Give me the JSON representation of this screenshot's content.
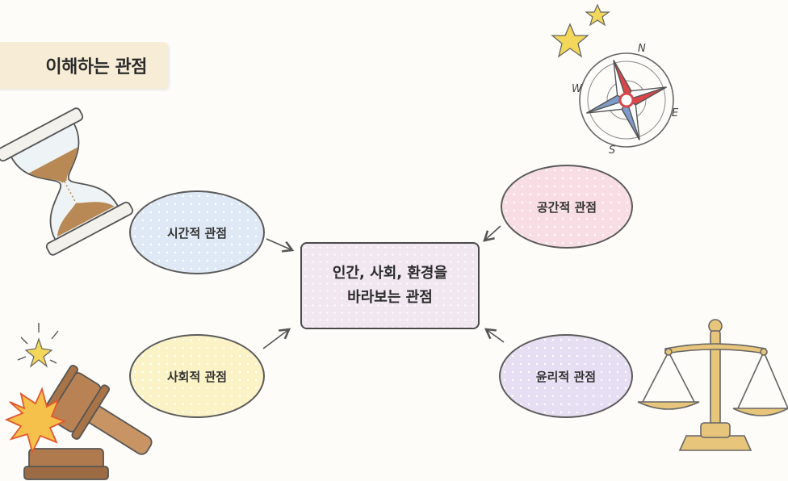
{
  "title": "이해하는 관점",
  "center": {
    "line1": "인간, 사회, 환경을",
    "line2": "바라보는 관점"
  },
  "perspectives": {
    "temporal": "시간적 관점",
    "social": "사회적 관점",
    "spatial": "공간적 관점",
    "ethical": "윤리적 관점"
  },
  "compass": {
    "north": "N",
    "south": "S",
    "east": "E",
    "west": "W"
  },
  "colors": {
    "title_bg": "#f7edd6",
    "temporal": "#dfe9f5",
    "social": "#fbf3c6",
    "spatial": "#f9dde4",
    "ethical": "#e6dff3",
    "center": "#f1e7f1"
  },
  "icons": [
    "hourglass-icon",
    "gavel-icon",
    "compass-icon",
    "scales-icon",
    "star-icon"
  ]
}
